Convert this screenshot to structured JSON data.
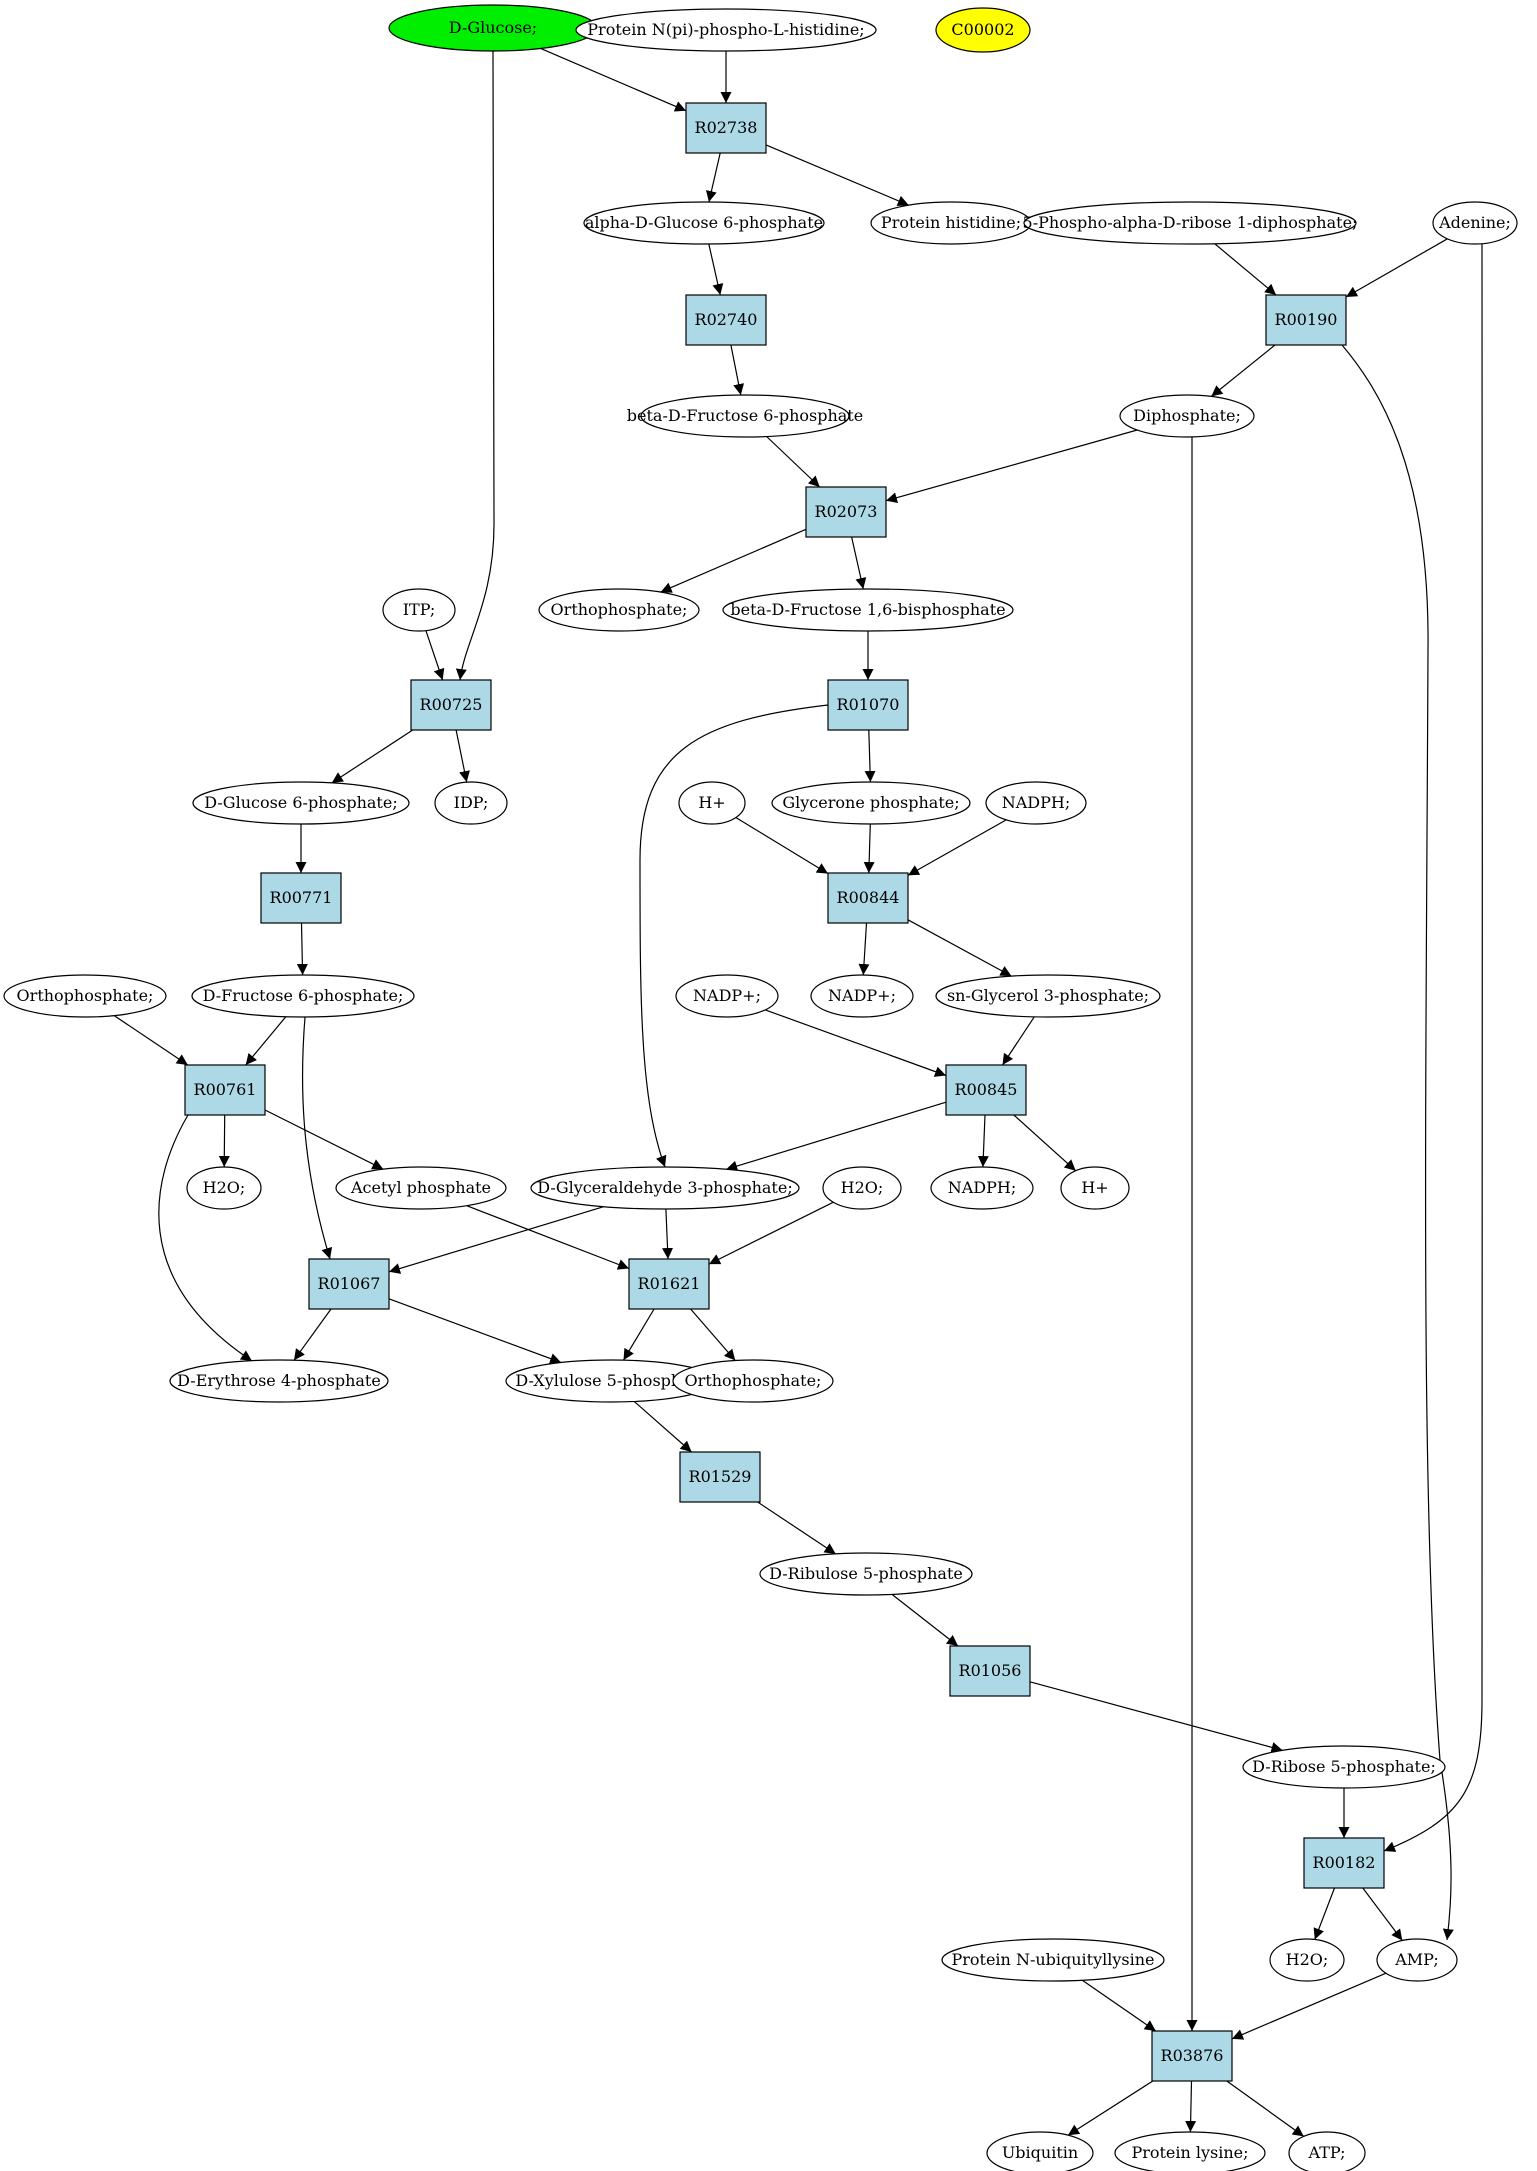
{
  "colors": {
    "reaction_fill": "#add8e6",
    "compound_fill": "#ffffff",
    "start_fill": "#00ee00",
    "highlight_fill": "#ffff00",
    "stroke": "#000000"
  },
  "nodes": [
    {
      "id": "c_dglucose",
      "label": "D-Glucose;",
      "type": "compound",
      "fill": "start"
    },
    {
      "id": "c_pnphis",
      "label": "Protein N(pi)-phospho-L-histidine;",
      "type": "compound"
    },
    {
      "id": "c_c00002",
      "label": "C00002",
      "type": "compound",
      "fill": "highlight"
    },
    {
      "id": "r_R02738",
      "label": "R02738",
      "type": "reaction"
    },
    {
      "id": "c_ag6p",
      "label": "alpha-D-Glucose 6-phosphate",
      "type": "compound"
    },
    {
      "id": "c_prothis",
      "label": "Protein histidine;",
      "type": "compound"
    },
    {
      "id": "c_prpp",
      "label": "5-Phospho-alpha-D-ribose 1-diphosphate;",
      "type": "compound"
    },
    {
      "id": "c_adenine",
      "label": "Adenine;",
      "type": "compound"
    },
    {
      "id": "r_R02740",
      "label": "R02740",
      "type": "reaction"
    },
    {
      "id": "r_R00190",
      "label": "R00190",
      "type": "reaction"
    },
    {
      "id": "c_bf6p",
      "label": "beta-D-Fructose 6-phosphate",
      "type": "compound"
    },
    {
      "id": "c_diphos",
      "label": "Diphosphate;",
      "type": "compound"
    },
    {
      "id": "r_R02073",
      "label": "R02073",
      "type": "reaction"
    },
    {
      "id": "c_itp",
      "label": "ITP;",
      "type": "compound"
    },
    {
      "id": "c_ortho1",
      "label": "Orthophosphate;",
      "type": "compound"
    },
    {
      "id": "c_bfbp",
      "label": "beta-D-Fructose 1,6-bisphosphate",
      "type": "compound"
    },
    {
      "id": "r_R00725",
      "label": "R00725",
      "type": "reaction"
    },
    {
      "id": "r_R01070",
      "label": "R01070",
      "type": "reaction"
    },
    {
      "id": "c_dg6p",
      "label": "D-Glucose 6-phosphate;",
      "type": "compound"
    },
    {
      "id": "c_idp",
      "label": "IDP;",
      "type": "compound"
    },
    {
      "id": "c_hplus1",
      "label": "H+",
      "type": "compound"
    },
    {
      "id": "c_glycerone",
      "label": "Glycerone phosphate;",
      "type": "compound"
    },
    {
      "id": "c_nadph1",
      "label": "NADPH;",
      "type": "compound"
    },
    {
      "id": "r_R00771",
      "label": "R00771",
      "type": "reaction"
    },
    {
      "id": "r_R00844",
      "label": "R00844",
      "type": "reaction"
    },
    {
      "id": "c_ortho2",
      "label": "Orthophosphate;",
      "type": "compound"
    },
    {
      "id": "c_df6p",
      "label": "D-Fructose 6-phosphate;",
      "type": "compound"
    },
    {
      "id": "c_nadpp1",
      "label": "NADP+;",
      "type": "compound"
    },
    {
      "id": "c_nadpp2",
      "label": "NADP+;",
      "type": "compound"
    },
    {
      "id": "c_sng3p",
      "label": "sn-Glycerol 3-phosphate;",
      "type": "compound"
    },
    {
      "id": "r_R00761",
      "label": "R00761",
      "type": "reaction"
    },
    {
      "id": "r_R00845",
      "label": "R00845",
      "type": "reaction"
    },
    {
      "id": "c_h2o1",
      "label": "H2O;",
      "type": "compound"
    },
    {
      "id": "c_acetylp",
      "label": "Acetyl phosphate",
      "type": "compound"
    },
    {
      "id": "c_dga3p",
      "label": "D-Glyceraldehyde 3-phosphate;",
      "type": "compound"
    },
    {
      "id": "c_h2o2",
      "label": "H2O;",
      "type": "compound"
    },
    {
      "id": "c_nadph2",
      "label": "NADPH;",
      "type": "compound"
    },
    {
      "id": "c_hplus2",
      "label": "H+",
      "type": "compound"
    },
    {
      "id": "r_R01067",
      "label": "R01067",
      "type": "reaction"
    },
    {
      "id": "r_R01621",
      "label": "R01621",
      "type": "reaction"
    },
    {
      "id": "c_de4p",
      "label": "D-Erythrose 4-phosphate",
      "type": "compound"
    },
    {
      "id": "c_dx5p",
      "label": "D-Xylulose 5-phosphate",
      "type": "compound"
    },
    {
      "id": "c_ortho3",
      "label": "Orthophosphate;",
      "type": "compound"
    },
    {
      "id": "r_R01529",
      "label": "R01529",
      "type": "reaction"
    },
    {
      "id": "c_dru5p",
      "label": "D-Ribulose 5-phosphate",
      "type": "compound"
    },
    {
      "id": "r_R01056",
      "label": "R01056",
      "type": "reaction"
    },
    {
      "id": "c_dr5p",
      "label": "D-Ribose 5-phosphate;",
      "type": "compound"
    },
    {
      "id": "r_R00182",
      "label": "R00182",
      "type": "reaction"
    },
    {
      "id": "c_pnubi",
      "label": "Protein N-ubiquityllysine",
      "type": "compound"
    },
    {
      "id": "c_h2o3",
      "label": "H2O;",
      "type": "compound"
    },
    {
      "id": "c_amp",
      "label": "AMP;",
      "type": "compound"
    },
    {
      "id": "r_R03876",
      "label": "R03876",
      "type": "reaction"
    },
    {
      "id": "c_ubiquitin",
      "label": "Ubiquitin",
      "type": "compound"
    },
    {
      "id": "c_protlys",
      "label": "Protein lysine;",
      "type": "compound"
    },
    {
      "id": "c_atp",
      "label": "ATP;",
      "type": "compound"
    }
  ],
  "edges": [
    [
      "c_dglucose",
      "r_R02738"
    ],
    [
      "c_pnphis",
      "r_R02738"
    ],
    [
      "r_R02738",
      "c_ag6p"
    ],
    [
      "r_R02738",
      "c_prothis"
    ],
    [
      "c_ag6p",
      "r_R02740"
    ],
    [
      "r_R02740",
      "c_bf6p"
    ],
    [
      "c_prpp",
      "r_R00190"
    ],
    [
      "c_adenine",
      "r_R00190"
    ],
    [
      "r_R00190",
      "c_diphos"
    ],
    [
      "r_R00190",
      "c_amp"
    ],
    [
      "c_bf6p",
      "r_R02073"
    ],
    [
      "c_diphos",
      "r_R02073"
    ],
    [
      "r_R02073",
      "c_ortho1"
    ],
    [
      "r_R02073",
      "c_bfbp"
    ],
    [
      "c_bfbp",
      "r_R01070"
    ],
    [
      "c_dglucose",
      "r_R00725"
    ],
    [
      "c_itp",
      "r_R00725"
    ],
    [
      "r_R00725",
      "c_dg6p"
    ],
    [
      "r_R00725",
      "c_idp"
    ],
    [
      "r_R01070",
      "c_glycerone"
    ],
    [
      "r_R01070",
      "c_dga3p"
    ],
    [
      "c_hplus1",
      "r_R00844"
    ],
    [
      "c_glycerone",
      "r_R00844"
    ],
    [
      "c_nadph1",
      "r_R00844"
    ],
    [
      "r_R00844",
      "c_nadpp2"
    ],
    [
      "r_R00844",
      "c_sng3p"
    ],
    [
      "c_dg6p",
      "r_R00771"
    ],
    [
      "r_R00771",
      "c_df6p"
    ],
    [
      "c_ortho2",
      "r_R00761"
    ],
    [
      "c_df6p",
      "r_R00761"
    ],
    [
      "r_R00761",
      "c_h2o1"
    ],
    [
      "r_R00761",
      "c_acetylp"
    ],
    [
      "r_R00761",
      "c_de4p"
    ],
    [
      "c_nadpp1",
      "r_R00845"
    ],
    [
      "c_sng3p",
      "r_R00845"
    ],
    [
      "r_R00845",
      "c_dga3p"
    ],
    [
      "r_R00845",
      "c_nadph2"
    ],
    [
      "r_R00845",
      "c_hplus2"
    ],
    [
      "c_df6p",
      "r_R01067"
    ],
    [
      "c_dga3p",
      "r_R01067"
    ],
    [
      "r_R01067",
      "c_de4p"
    ],
    [
      "r_R01067",
      "c_dx5p"
    ],
    [
      "c_acetylp",
      "r_R01621"
    ],
    [
      "c_dga3p",
      "r_R01621"
    ],
    [
      "c_h2o2",
      "r_R01621"
    ],
    [
      "r_R01621",
      "c_dx5p"
    ],
    [
      "r_R01621",
      "c_ortho3"
    ],
    [
      "c_dx5p",
      "r_R01529"
    ],
    [
      "r_R01529",
      "c_dru5p"
    ],
    [
      "c_dru5p",
      "r_R01056"
    ],
    [
      "r_R01056",
      "c_dr5p"
    ],
    [
      "c_dr5p",
      "r_R00182"
    ],
    [
      "c_adenine",
      "r_R00182"
    ],
    [
      "r_R00182",
      "c_h2o3"
    ],
    [
      "r_R00182",
      "c_amp"
    ],
    [
      "c_pnubi",
      "r_R03876"
    ],
    [
      "c_diphos",
      "r_R03876"
    ],
    [
      "c_amp",
      "r_R03876"
    ],
    [
      "r_R03876",
      "c_ubiquitin"
    ],
    [
      "r_R03876",
      "c_protlys"
    ],
    [
      "r_R03876",
      "c_atp"
    ]
  ]
}
